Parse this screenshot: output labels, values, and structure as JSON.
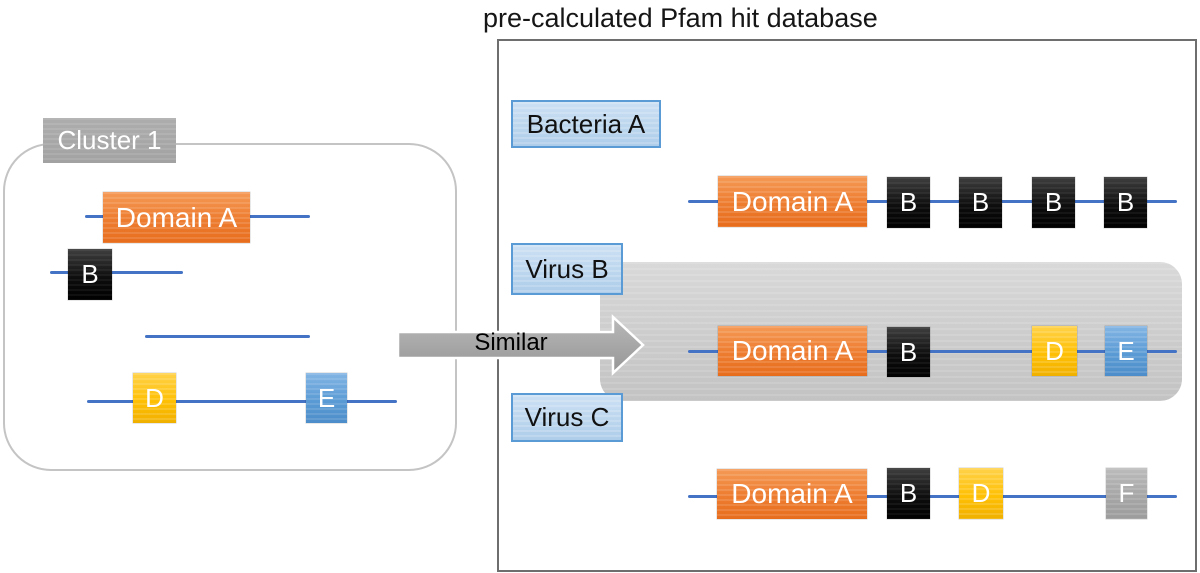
{
  "title": "pre-calculated Pfam hit database",
  "arrow": {
    "label": "Similar"
  },
  "cluster": {
    "label": "Cluster 1",
    "rows": [
      {
        "domains": [
          {
            "label": "Domain A"
          }
        ]
      },
      {
        "domains": [
          {
            "label": "B"
          }
        ]
      },
      {
        "domains": []
      },
      {
        "domains": [
          {
            "label": "D"
          },
          {
            "label": "E"
          }
        ]
      }
    ]
  },
  "database": {
    "entries": [
      {
        "name": "Bacteria A",
        "highlighted": false,
        "domains": [
          {
            "label": "Domain A"
          },
          {
            "label": "B"
          },
          {
            "label": "B"
          },
          {
            "label": "B"
          },
          {
            "label": "B"
          }
        ]
      },
      {
        "name": "Virus B",
        "highlighted": true,
        "domains": [
          {
            "label": "Domain A"
          },
          {
            "label": "B"
          },
          {
            "label": "D"
          },
          {
            "label": "E"
          }
        ]
      },
      {
        "name": "Virus C",
        "highlighted": false,
        "domains": [
          {
            "label": "Domain A"
          },
          {
            "label": "B"
          },
          {
            "label": "D"
          },
          {
            "label": "F"
          }
        ]
      }
    ]
  },
  "colors": {
    "domain_a": "#ED7D31",
    "domain_b": "#0A0A0A",
    "domain_d": "#FFC000",
    "domain_e": "#5B9BD5",
    "domain_f": "#A6A6A6",
    "backbone_line": "#4472C4",
    "entry_label_fill": "#BDD7EE",
    "entry_label_border": "#5B9BD5",
    "cluster_label_fill": "#A6A6A6",
    "highlight_fill": "#C9C9C9",
    "arrow_fill": "#A6A6A6",
    "panel_border": "#6E6E6E"
  }
}
